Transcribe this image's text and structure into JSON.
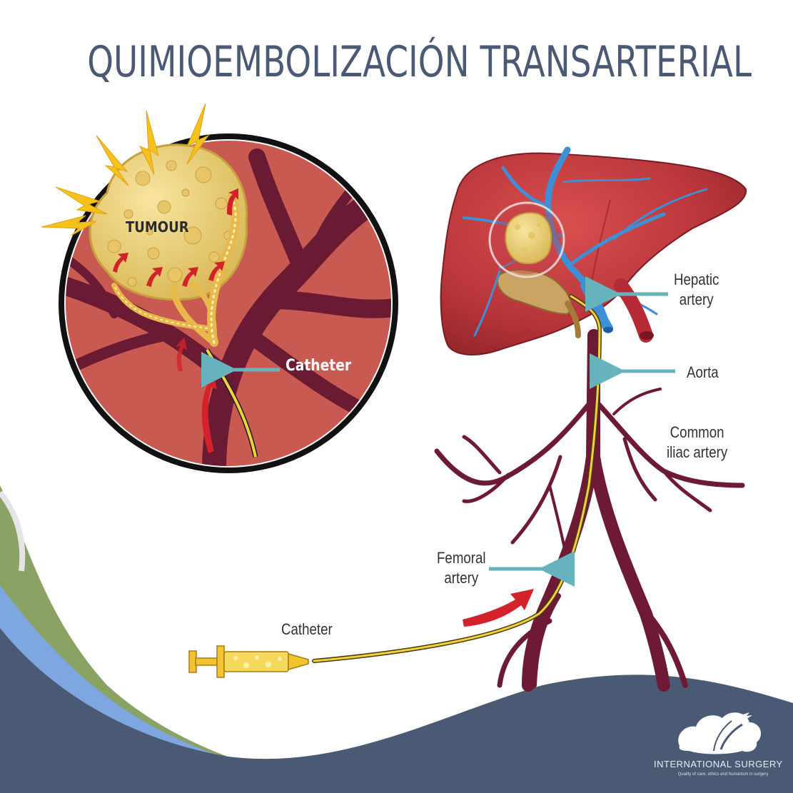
{
  "title": "QUIMIOEMBOLIZACIÓN TRANSARTERIAL",
  "zoom_labels": {
    "tumour": "TUMOUR",
    "catheter": "Catheter"
  },
  "labels": {
    "hepatic_line1": "Hepatic",
    "hepatic_line2": "artery",
    "aorta": "Aorta",
    "common_line1": "Common",
    "common_line2": "iliac artery",
    "femoral_line1": "Femoral",
    "femoral_line2": "artery",
    "catheter": "Catheter"
  },
  "logo": {
    "name": "INTERNATIONAL SURGERY",
    "tagline": "Quality of care, ethics and humanism in surgery"
  },
  "colors": {
    "title": "#4a5a74",
    "artery": "#6e1a35",
    "catheter": "#f2d13a",
    "pointer": "#66b3bd",
    "liver": "#b8353a",
    "vein": "#3f8fd6",
    "flow_arrow": "#d3222a",
    "wave_navy": "#4a5a74",
    "wave_blue": "#7ea6e0",
    "wave_green": "#8aa364"
  }
}
